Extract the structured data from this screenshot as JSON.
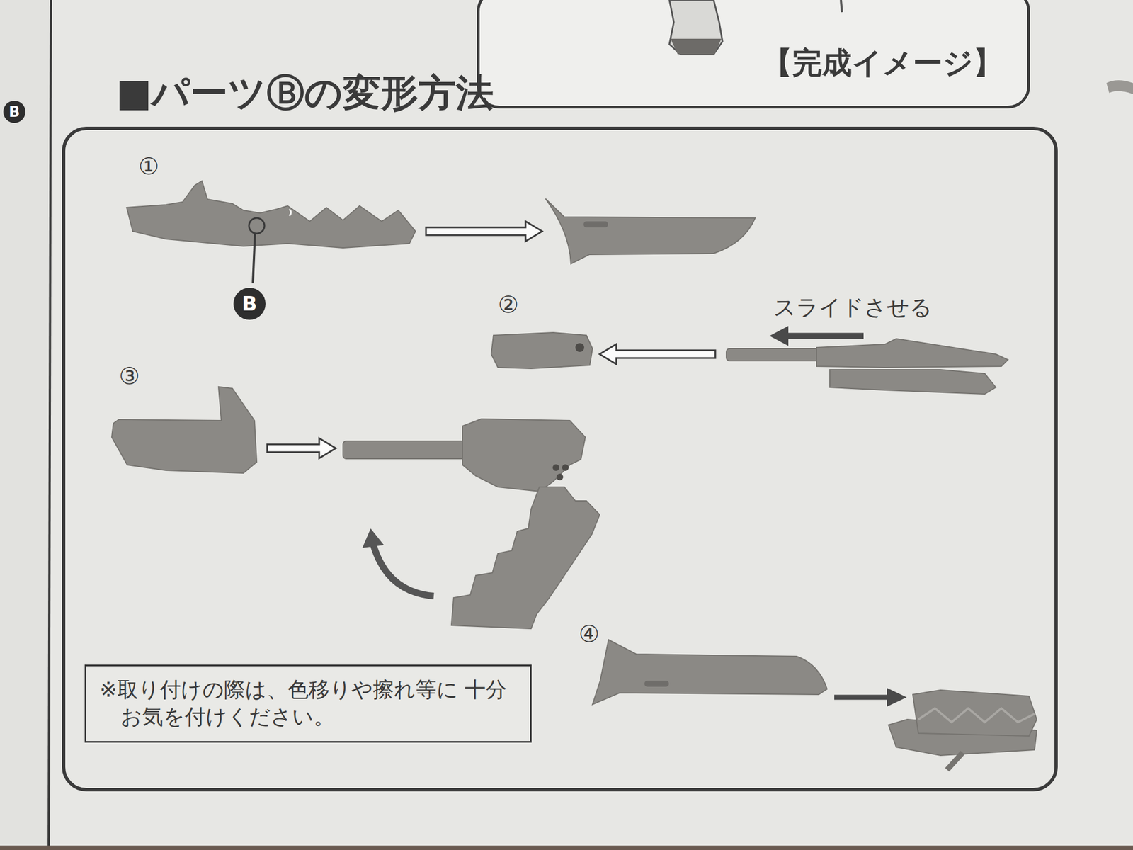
{
  "diagram": {
    "nodes": [
      {
        "text": [
          "【完成イメージ】"
        ]
      },
      {
        "text": [
          "■パーツⒷの変形方法"
        ]
      },
      {
        "text": [
          "※取り付けの際は、色移りや擦れ等に 十分お気を付けください。"
        ],
        "in": 1
      }
    ],
    "labels": [
      "B",
      "①",
      "B",
      "②",
      "スライドさせる",
      "③",
      "④"
    ]
  }
}
